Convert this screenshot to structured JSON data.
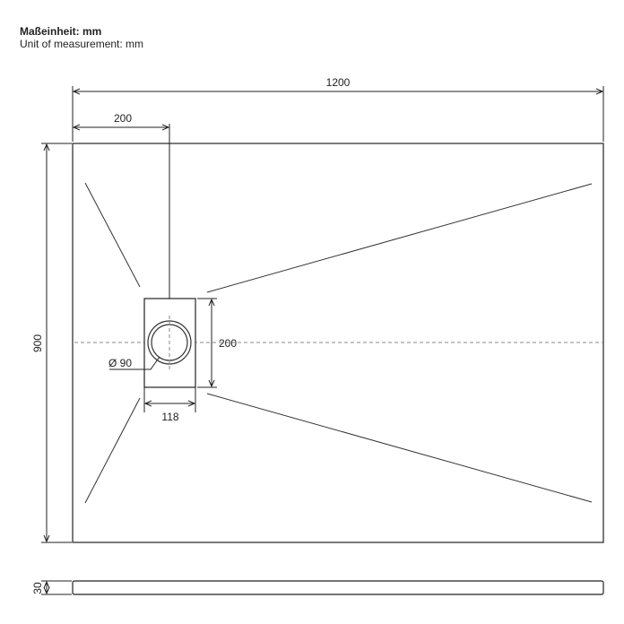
{
  "header": {
    "unit_label_de": "Maßeinheit: mm",
    "unit_label_en": "Unit of measurement: mm"
  },
  "dimensions": {
    "width": "1200",
    "drain_offset": "200",
    "length": "900",
    "drain_box_height": "200",
    "drain_diameter": "Ø 90",
    "drain_box_width": "118",
    "thickness": "30"
  }
}
